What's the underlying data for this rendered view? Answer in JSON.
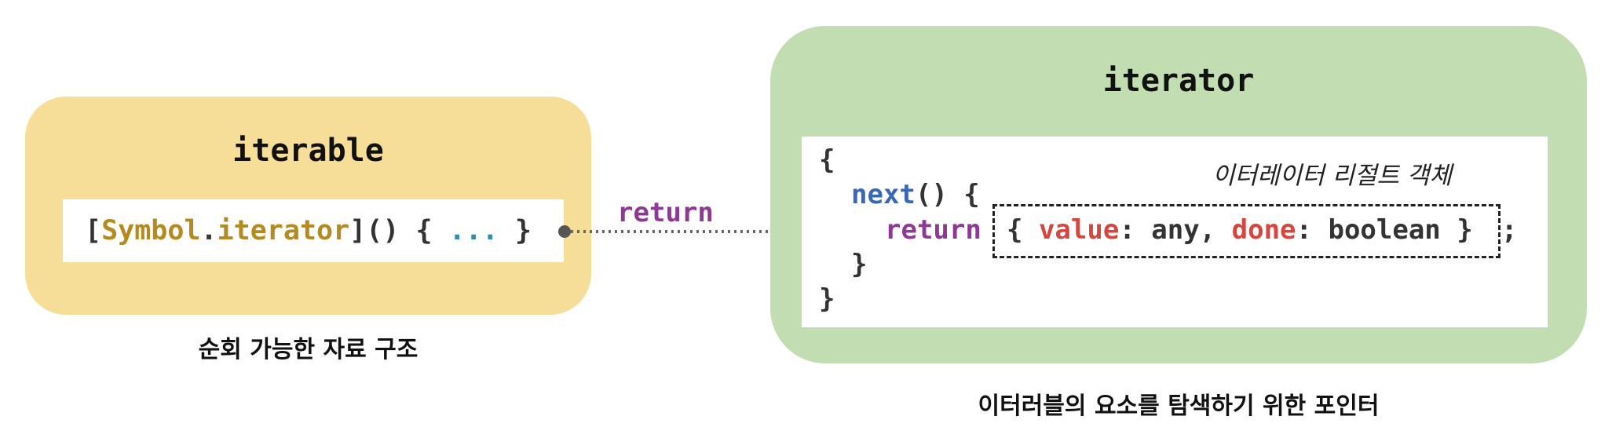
{
  "iterable": {
    "title": "iterable",
    "code": {
      "open_bracket": "[",
      "symbol": "Symbol",
      "dot": ".",
      "iterator_word": "iterator",
      "rest": "]() { ",
      "dots": "...",
      "close": " }"
    },
    "caption": "순회 가능한 자료 구조"
  },
  "connector": {
    "label": "return"
  },
  "iterator": {
    "title": "iterator",
    "code": {
      "line1": "{",
      "next": "next",
      "next_rest": "() {",
      "return_kw": "return",
      "result_open": "{ ",
      "value_key": "value",
      "colon1": ": ",
      "value_type": "any, ",
      "done_key": "done",
      "colon2": ": ",
      "done_type": "boolean }",
      "semicolon": ";",
      "line4": "}",
      "line5": "}"
    },
    "result_label": "이터레이터 리절트 객체",
    "caption": "이터러블의 요소를 탐색하기 위한 포인터"
  },
  "colors": {
    "iterable_bg": "#f7de98",
    "iterator_bg": "#c2ddb2",
    "keyword_purple": "#8e3a94",
    "key_red": "#d6463c",
    "symbol_gold": "#b58a1e",
    "method_blue": "#3a68b3"
  }
}
